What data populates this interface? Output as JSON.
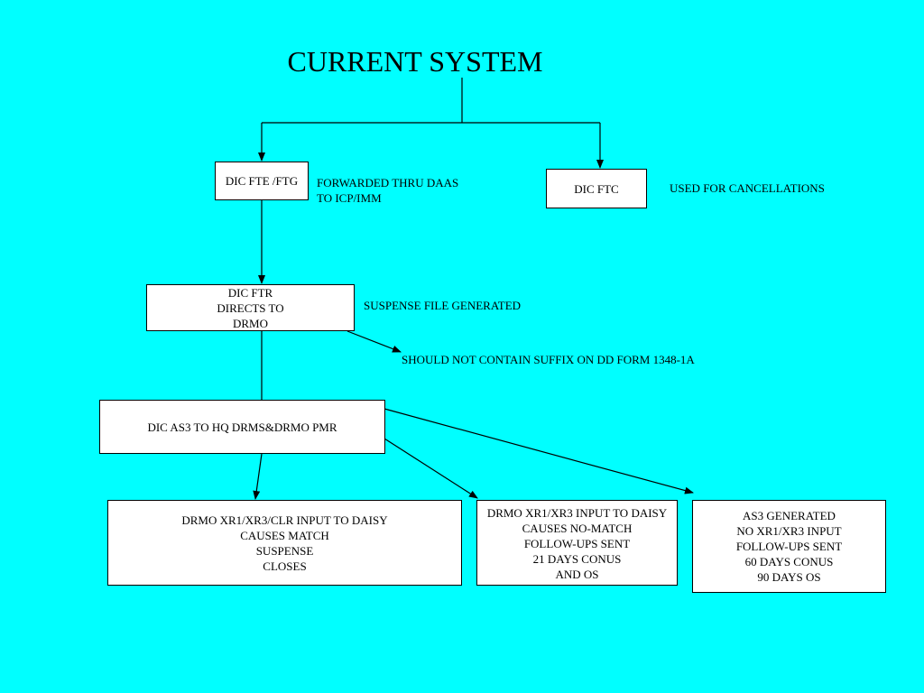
{
  "title": "CURRENT SYSTEM",
  "boxes": {
    "fte_ftg": [
      "DIC FTE /FTG"
    ],
    "ftc": [
      "DIC FTC"
    ],
    "ftr": [
      "DIC FTR",
      "DIRECTS  TO",
      "DRMO"
    ],
    "as3": [
      "DIC AS3 TO HQ DRMS&DRMO PMR"
    ],
    "match": [
      "DRMO XR1/XR3/CLR INPUT TO DAISY",
      "CAUSES MATCH",
      "SUSPENSE",
      "CLOSES"
    ],
    "no_match": [
      "DRMO XR1/XR3 INPUT TO DAISY",
      "CAUSES NO-MATCH",
      "FOLLOW-UPS SENT",
      "21 DAYS CONUS",
      "AND OS"
    ],
    "as3_generated": [
      "AS3 GENERATED",
      "NO XR1/XR3 INPUT",
      "FOLLOW-UPS SENT",
      "60 DAYS CONUS",
      "90 DAYS OS"
    ]
  },
  "notes": {
    "forwarded": [
      "FORWARDED THRU  DAAS",
      "TO ICP/IMM"
    ],
    "cancellations": [
      "USED FOR CANCELLATIONS"
    ],
    "suspense": [
      "SUSPENSE  FILE GENERATED"
    ],
    "suffix": [
      "SHOULD NOT CONTAIN  SUFFIX ON DD FORM 1348-1A"
    ]
  },
  "colors": {
    "background": "#00ffff",
    "box_fill": "#ffffff",
    "line": "#000000"
  }
}
